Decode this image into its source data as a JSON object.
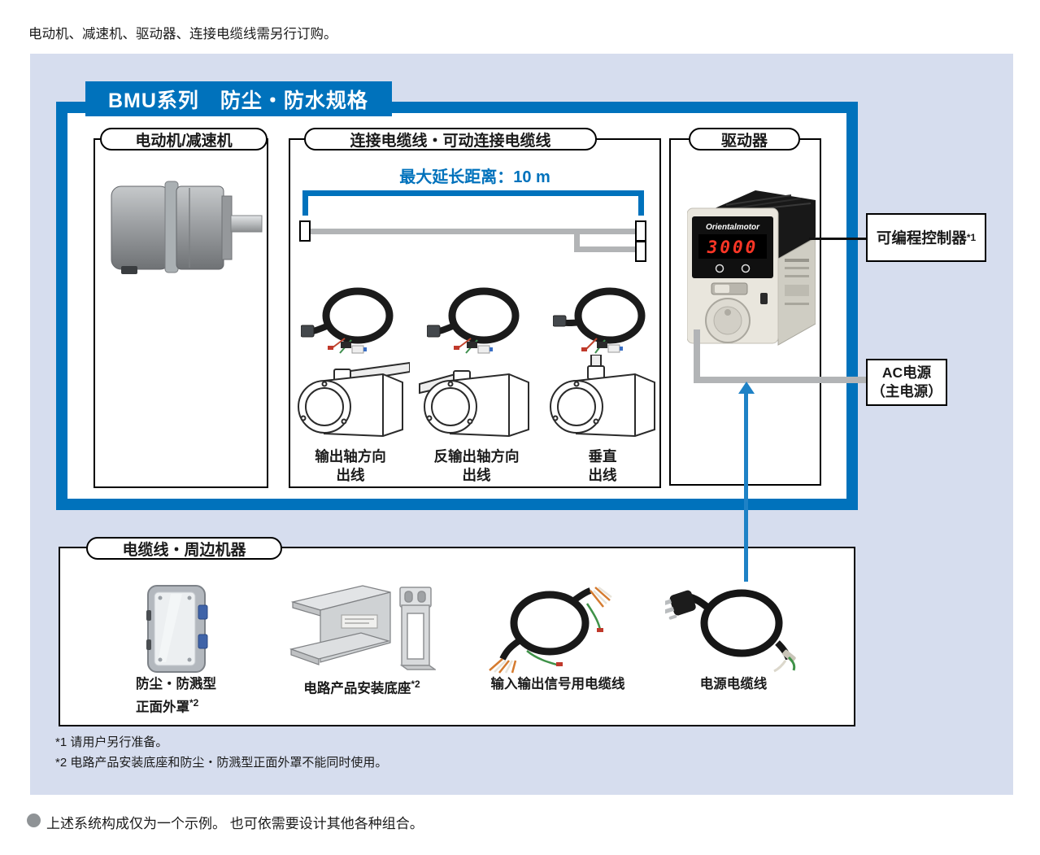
{
  "page": {
    "top_note": "电动机、减速机、驱动器、连接电缆线需另行订购。",
    "bottom_note": "上述系统构成仅为一个示例。 也可依需要设计其他各种组合。"
  },
  "diagram": {
    "title": "BMU系列　防尘・防水规格",
    "motor_section": {
      "label": "电动机/减速机"
    },
    "cable_section": {
      "label": "连接电缆线・可动连接电缆线",
      "max_distance": "最大延长距离：10 m",
      "variants": [
        {
          "line1": "输出轴方向",
          "line2": "出线"
        },
        {
          "line1": "反输出轴方向",
          "line2": "出线"
        },
        {
          "line1": "垂直",
          "line2": "出线"
        }
      ]
    },
    "driver_section": {
      "label": "驱动器",
      "brand": "Orientalmotor",
      "display_value": "3000"
    },
    "peripherals_section": {
      "label": "电缆线・周边机器",
      "items": [
        {
          "line1": "防尘・防溅型",
          "line2": "正面外罩",
          "sup": "*2"
        },
        {
          "line1": "电路产品安装底座",
          "sup": "*2"
        },
        {
          "line1": "输入输出信号用电缆线"
        },
        {
          "line1": "电源电缆线"
        }
      ]
    },
    "callouts": {
      "plc": {
        "text": "可编程控制器",
        "sup": "*1"
      },
      "ac_power": {
        "line1": "AC电源",
        "line2": "（主电源）"
      }
    },
    "footnotes": [
      "*1 请用户另行准备。",
      "*2 电路产品安装底座和防尘・防溅型正面外罩不能同时使用。"
    ],
    "colors": {
      "accent_blue": "#0072bc",
      "light_blue_bg": "#d6ddee",
      "arrow_blue": "#1e82c6",
      "cable_gray": "#b2b4b6",
      "display_red": "#ff3626"
    }
  }
}
